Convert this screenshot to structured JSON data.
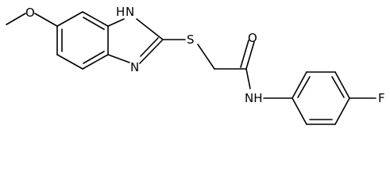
{
  "molecule": {
    "atoms": {
      "methyl_o": "O",
      "nh_ring": "H",
      "nh_ring_n": "N",
      "n_ring": "N",
      "s": "S",
      "carbonyl_o": "O",
      "amide_nh": "NH",
      "f": "F"
    },
    "colors": {
      "bond": "#000000",
      "label": "#000000",
      "background": "#ffffff"
    }
  }
}
